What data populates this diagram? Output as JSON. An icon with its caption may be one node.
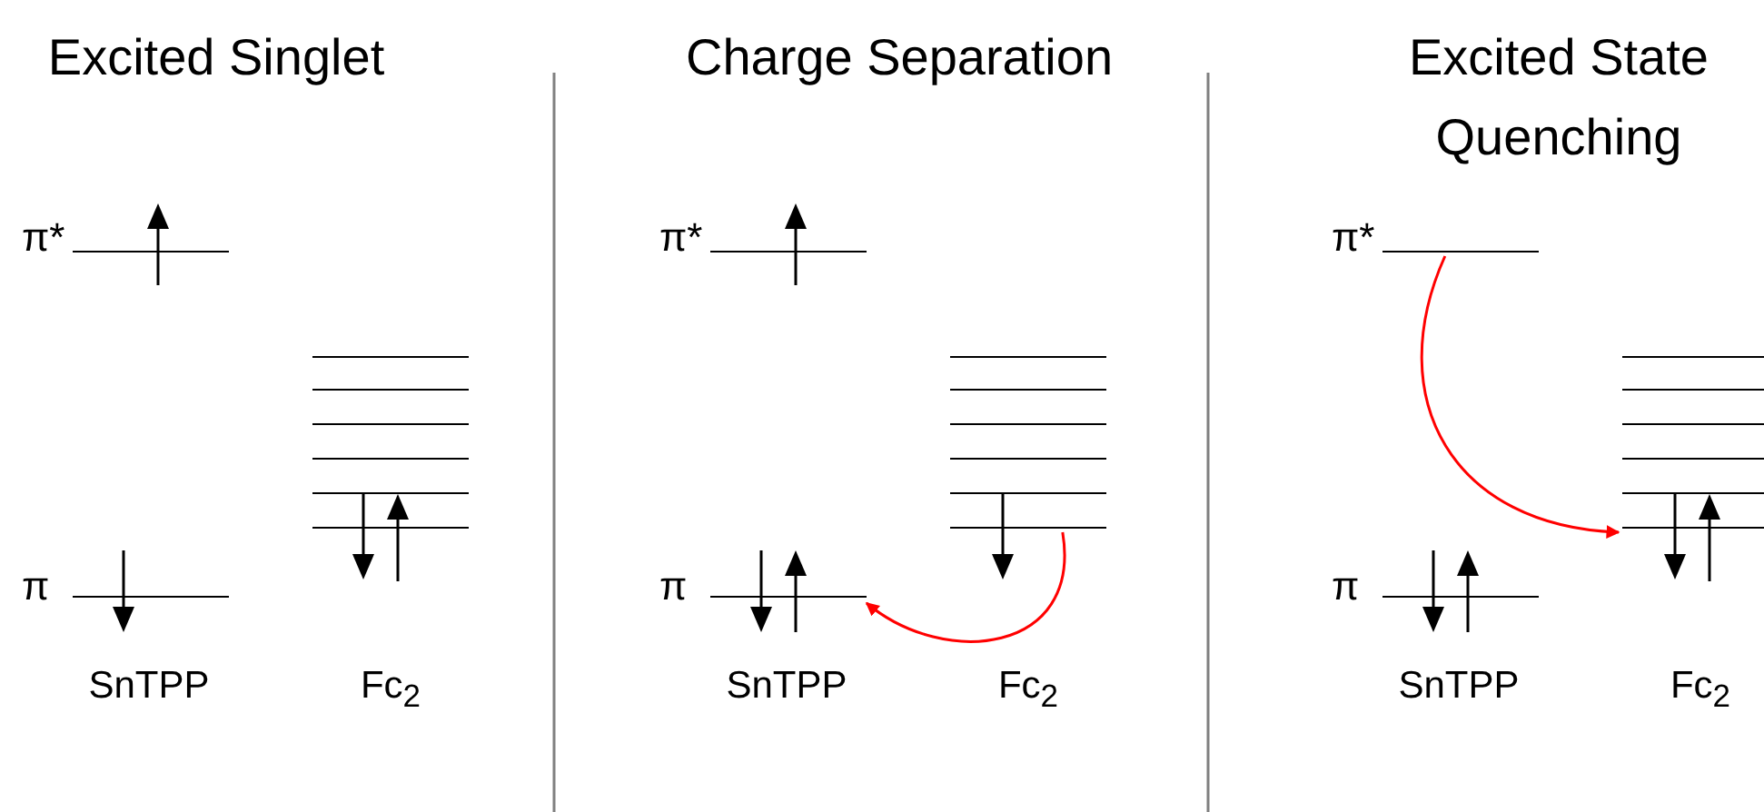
{
  "diagram": {
    "nodes": [
      {
        "text": [],
        "shape": "bar"
      },
      {
        "text": [],
        "shape": "bar"
      },
      {
        "text": [],
        "shape": "bar"
      },
      {
        "text": [],
        "shape": "bar"
      }
    ],
    "edges": [
      {
        "from": 0,
        "to": 1,
        "arrow": "to"
      },
      {
        "from": 2,
        "to": 3,
        "arrow": "to"
      }
    ],
    "labels": [
      "Excited Singlet",
      "π*",
      "π",
      "SnTPP",
      "Fc$_{2}$",
      "Charge Separation",
      "π*",
      "π",
      "SnTPP",
      "Fc$_{2}$",
      "Excited State Quenching",
      "π*",
      "π",
      "SnTPP",
      "Fc$_{2}$"
    ]
  }
}
